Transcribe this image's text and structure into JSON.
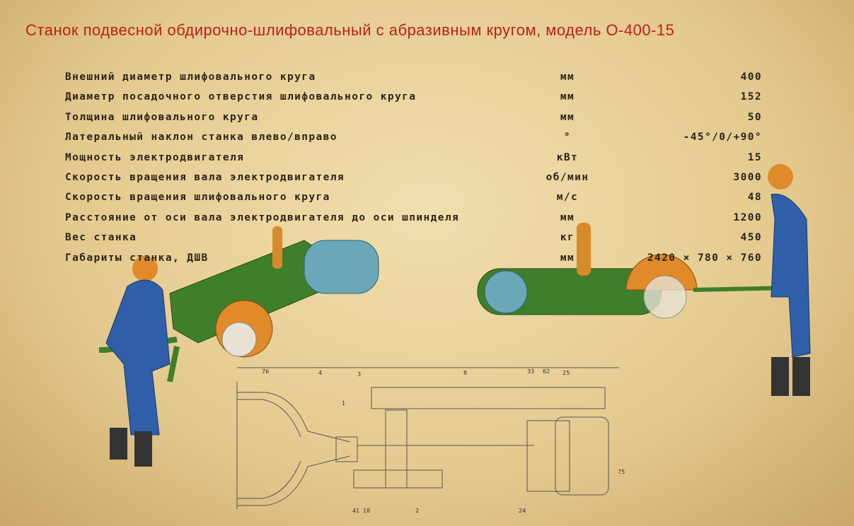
{
  "title": "Станок подвесной обдирочно-шлифовальный с абразивным кругом, модель О-400-15",
  "specs": [
    {
      "name": "Внешний диаметр шлифовального круга",
      "unit": "мм",
      "value": "400"
    },
    {
      "name": "Диаметр посадочного отверстия шлифовального круга",
      "unit": "мм",
      "value": "152"
    },
    {
      "name": "Толщина шлифовального круга",
      "unit": "мм",
      "value": "50"
    },
    {
      "name": "Латеральный наклон станка влево/вправо",
      "unit": "°",
      "value": "-45°/0/+90°"
    },
    {
      "name": "Мощность электродвигателя",
      "unit": "кВт",
      "value": "15"
    },
    {
      "name": "Скорость вращения вала электродвигателя",
      "unit": "об/мин",
      "value": "3000"
    },
    {
      "name": "Скорость вращения шлифовального круга",
      "unit": "м/с",
      "value": "48"
    },
    {
      "name": "Расстояние от оси вала электродвигателя до оси шпинделя",
      "unit": "мм",
      "value": "1200"
    },
    {
      "name": "Вес станка",
      "unit": "кг",
      "value": "450"
    },
    {
      "name": "Габариты станка, ДШВ",
      "unit": "мм",
      "value": "2420 × 780 × 760"
    }
  ],
  "drawing_labels": [
    "76",
    "4",
    "3",
    "8",
    "33",
    "62",
    "25",
    "1",
    "75",
    "41",
    "18",
    "2",
    "24"
  ]
}
